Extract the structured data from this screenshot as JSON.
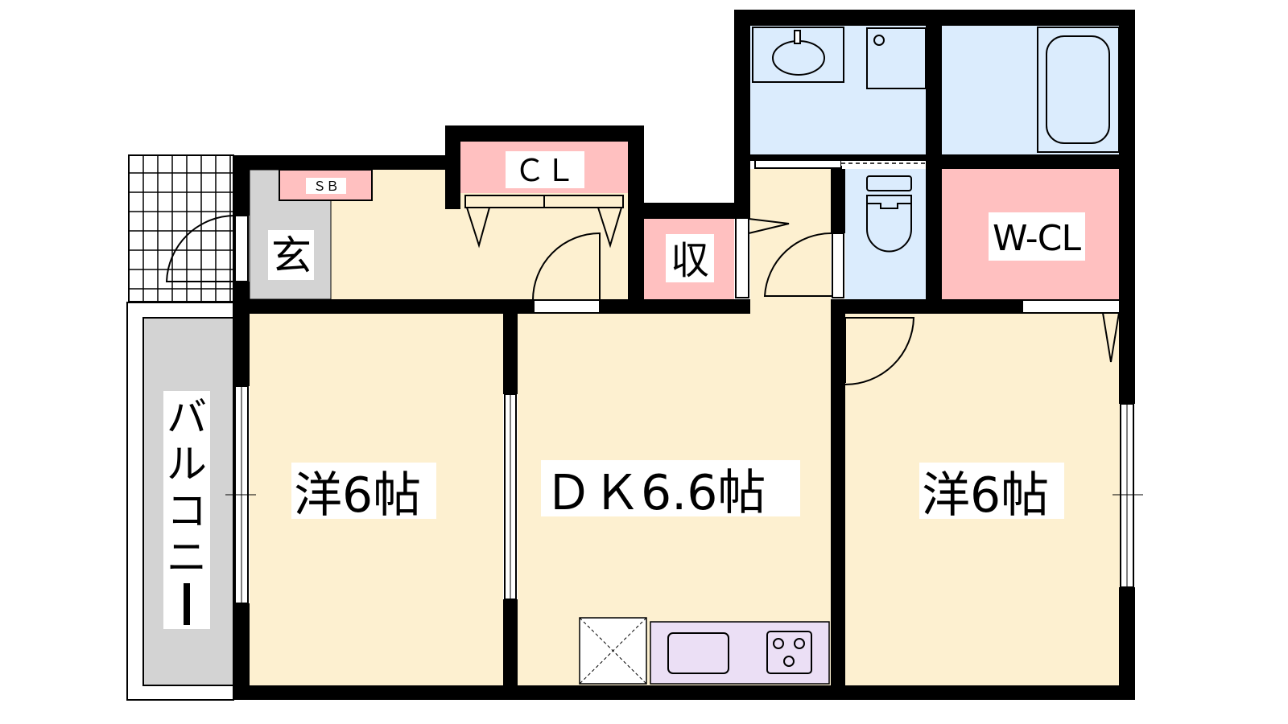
{
  "colors": {
    "living": "#fdf0d0",
    "storage": "#ffc0c0",
    "water": "#dbecfd",
    "entrance": "#d3d3d3",
    "kitchen": "#ebdff5",
    "wall": "#000000"
  },
  "rooms": {
    "western_left": "洋6帖",
    "dk": "ＤＫ6.6帖",
    "western_right": "洋6帖",
    "balcony": [
      "バ",
      "ル",
      "コ",
      "ニ",
      "ー"
    ],
    "entrance": "玄",
    "shoe_box": "ＳＢ",
    "closet": "ＣＬ",
    "storage": "収",
    "walk_in_closet": "W-CL"
  }
}
